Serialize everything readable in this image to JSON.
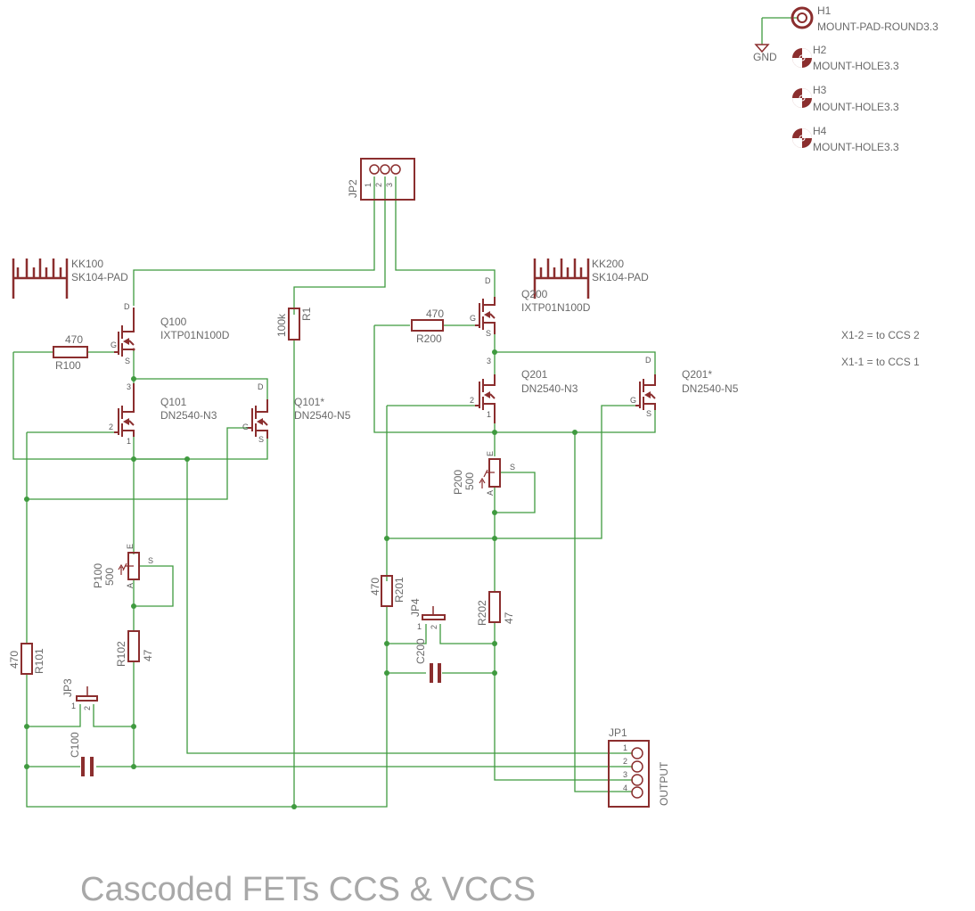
{
  "title": "Cascoded FETs CCS & VCCS",
  "notes": [
    "X1-2 = to CCS 2",
    "X1-1 = to CCS 1"
  ],
  "gnd": "GND",
  "mount": [
    {
      "name": "H1",
      "value": "MOUNT-PAD-ROUND3.3"
    },
    {
      "name": "H2",
      "value": "MOUNT-HOLE3.3"
    },
    {
      "name": "H3",
      "value": "MOUNT-HOLE3.3"
    },
    {
      "name": "H4",
      "value": "MOUNT-HOLE3.3"
    }
  ],
  "heatsinks": [
    {
      "name": "KK100",
      "value": "SK104-PAD"
    },
    {
      "name": "KK200",
      "value": "SK104-PAD"
    }
  ],
  "transistors": {
    "q100": {
      "name": "Q100",
      "value": "IXTP01N100D"
    },
    "q101": {
      "name": "Q101",
      "value": "DN2540-N3"
    },
    "q101s": {
      "name": "Q101*",
      "value": "DN2540-N5"
    },
    "q200": {
      "name": "Q200",
      "value": "IXTP01N100D"
    },
    "q201": {
      "name": "Q201",
      "value": "DN2540-N3"
    },
    "q201s": {
      "name": "Q201*",
      "value": "DN2540-N5"
    }
  },
  "pin_letters": {
    "d": "D",
    "g": "G",
    "s": "S",
    "e": "E",
    "a": "A"
  },
  "resistors": {
    "r100": {
      "name": "R100",
      "value": "470"
    },
    "r101": {
      "name": "R101",
      "value": "470"
    },
    "r102": {
      "name": "R102",
      "value": "47"
    },
    "r1": {
      "name": "R1",
      "value": "100k"
    },
    "r200": {
      "name": "R200",
      "value": "470"
    },
    "r201": {
      "name": "R201",
      "value": "470"
    },
    "r202": {
      "name": "R202",
      "value": "47"
    }
  },
  "pots": {
    "p100": {
      "name": "P100",
      "value": "500"
    },
    "p200": {
      "name": "P200",
      "value": "500"
    }
  },
  "caps": {
    "c100": "C100",
    "c200": "C200"
  },
  "jumpers": {
    "jp2": "JP2",
    "jp3": "JP3",
    "jp4": "JP4",
    "jp1": "JP1"
  },
  "jp1_label": "OUTPUT",
  "pin_numbers": {
    "p1": "1",
    "p2": "2",
    "p3": "3",
    "p4": "4"
  },
  "colors": {
    "wire": "#3f9a3f",
    "part": "#8b2e2e",
    "text": "#6a6a6a"
  }
}
